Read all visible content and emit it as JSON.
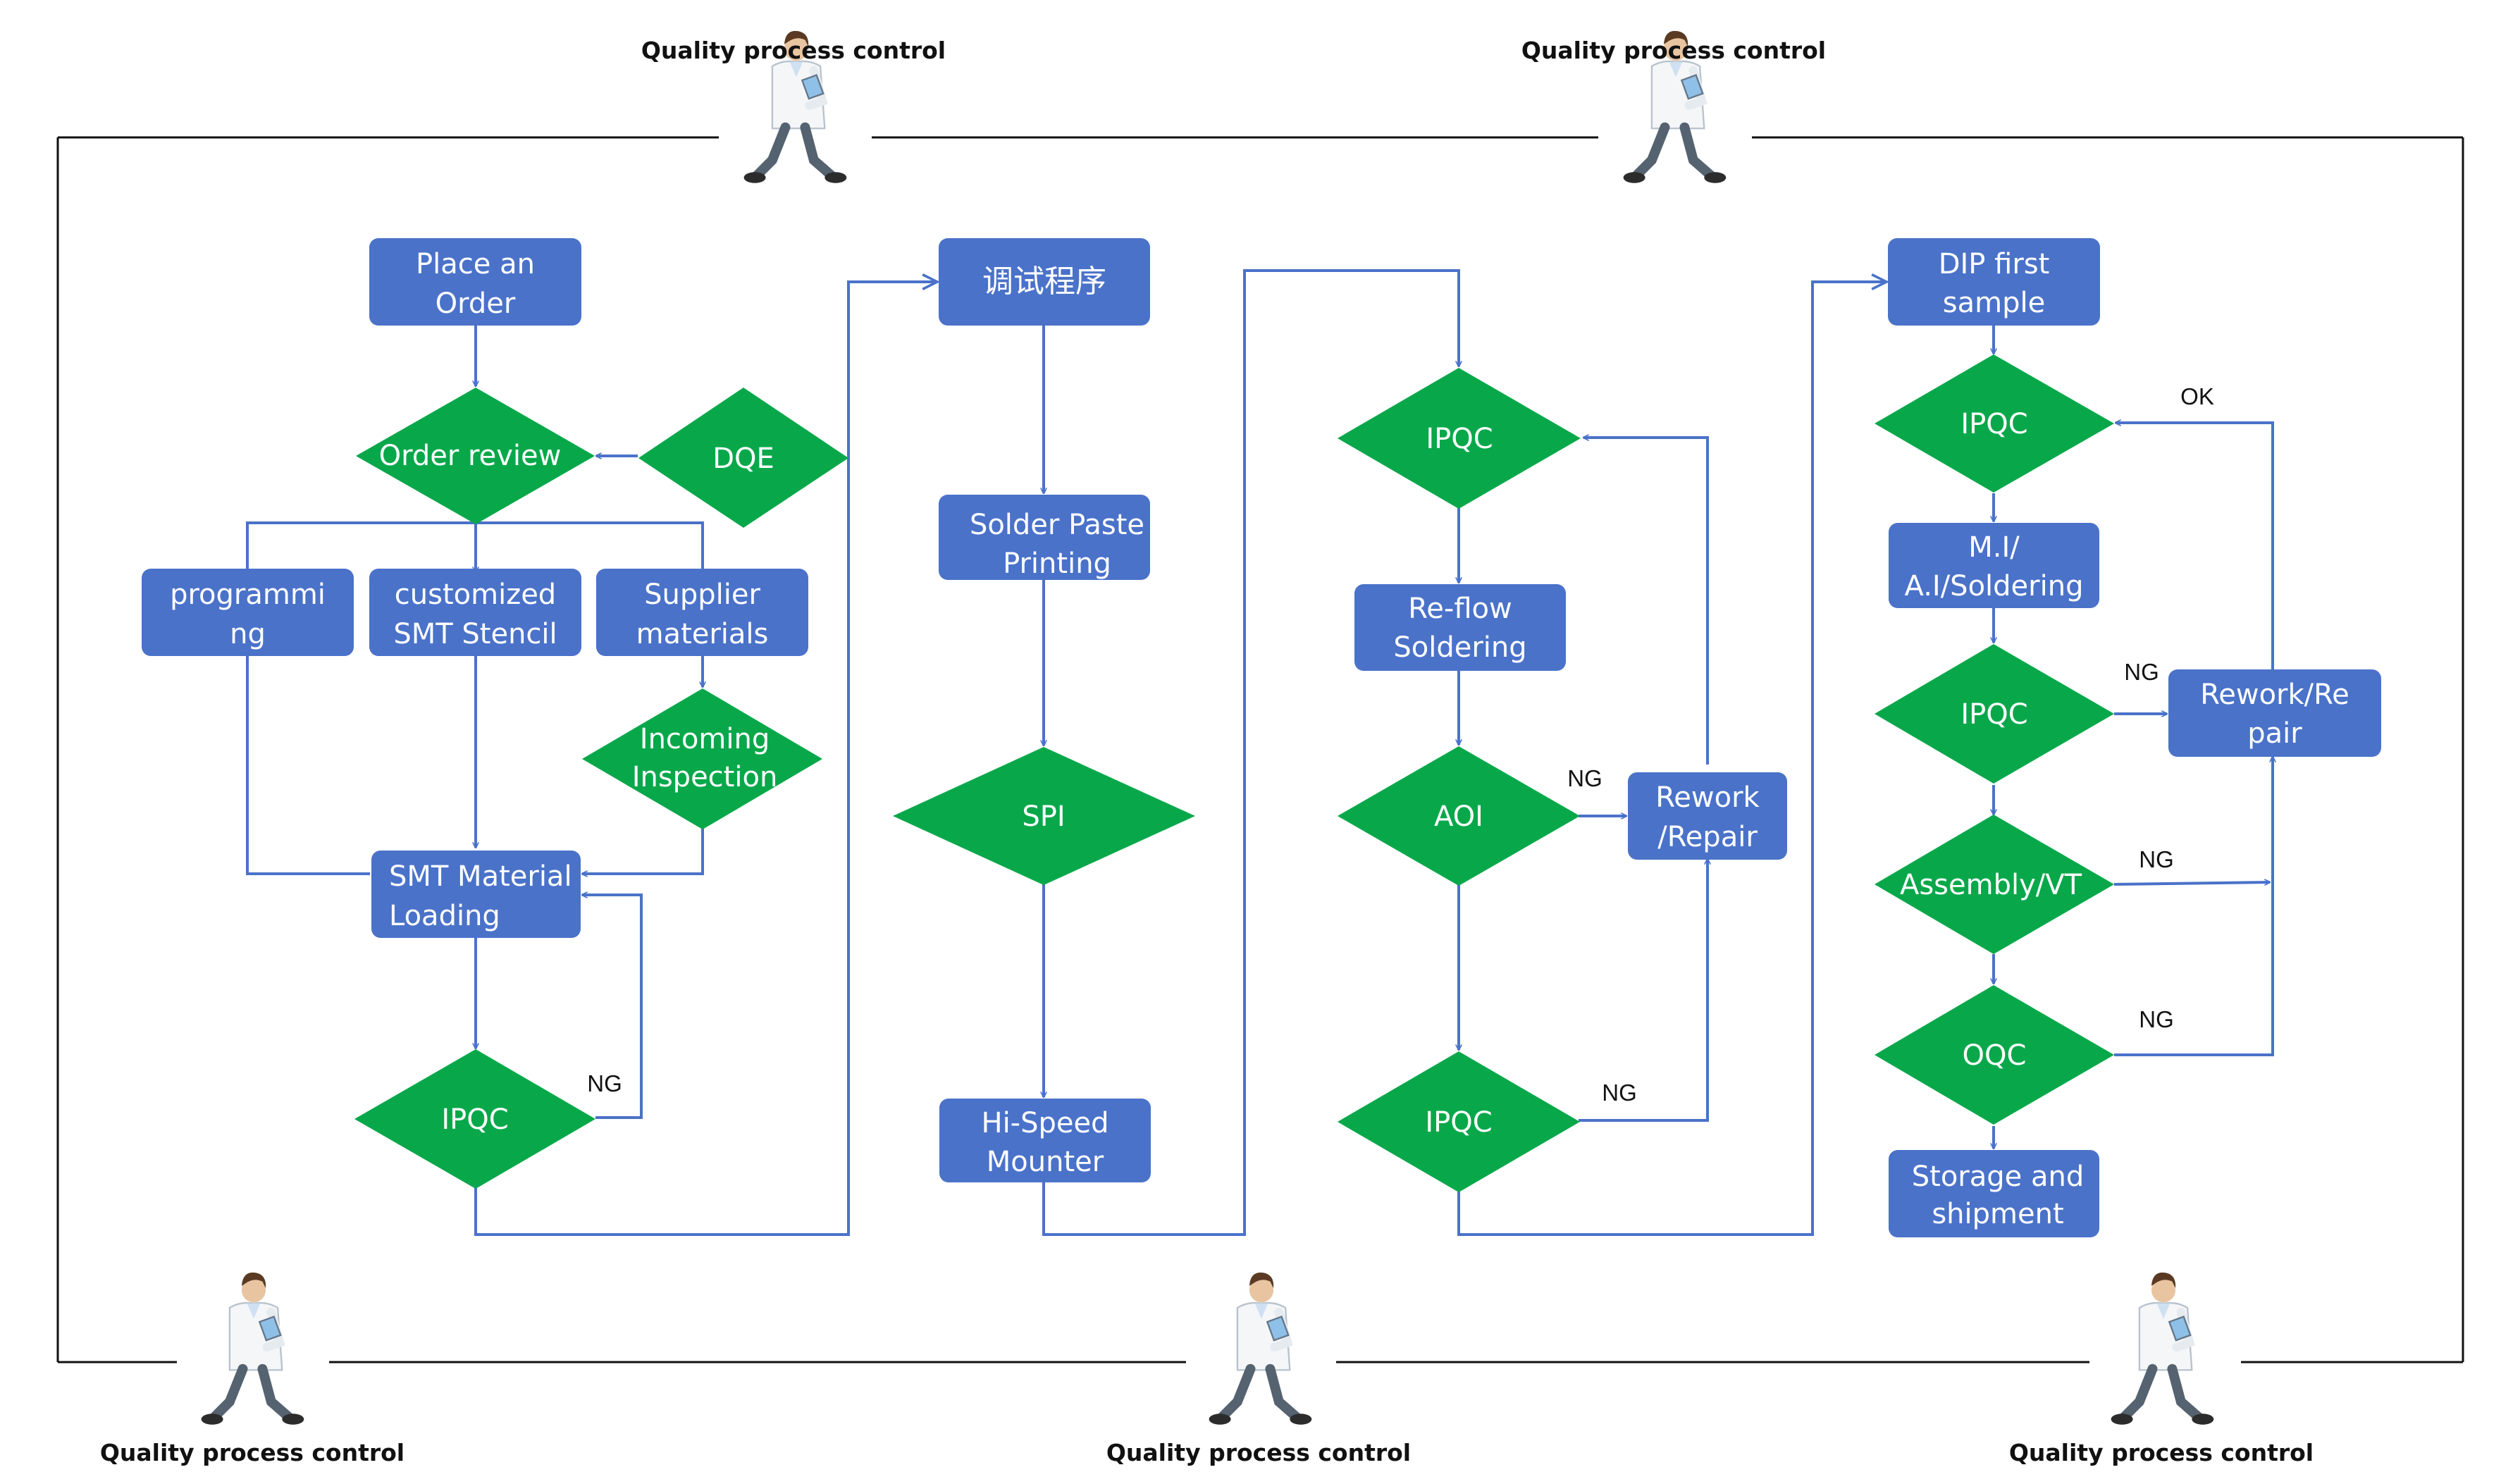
{
  "colors": {
    "process_box": "#4A72C9",
    "decision_diamond": "#08A84A",
    "connector_line": "#4A72C9",
    "frame_line": "#111111",
    "node_text": "#FFFFFF"
  },
  "inspector": {
    "icon": "inspector-with-clipboard-icon",
    "label": "Quality process control"
  },
  "nodes": {
    "place_order": [
      "Place an",
      "Order"
    ],
    "order_review": [
      "Order review"
    ],
    "dqe": [
      "DQE"
    ],
    "programming": [
      "programmi",
      "ng"
    ],
    "smt_stencil": [
      "customized",
      "SMT Stencil"
    ],
    "supplier_materials": [
      "Supplier",
      "materials"
    ],
    "incoming_inspection": [
      "Incoming",
      "Inspection"
    ],
    "smt_material_loading": [
      "SMT Material",
      "Loading"
    ],
    "ipqc_1": [
      "IPQC"
    ],
    "debug_program": [
      "调试程序"
    ],
    "solder_paste_printing": [
      "Solder Paste",
      "Printing"
    ],
    "spi": [
      "SPI"
    ],
    "hi_speed_mounter": [
      "Hi-Speed",
      "Mounter"
    ],
    "ipqc_2": [
      "IPQC"
    ],
    "reflow_soldering": [
      "Re-flow",
      "Soldering"
    ],
    "aoi": [
      "AOI"
    ],
    "rework_repair_1": [
      "Rework",
      "/Repair"
    ],
    "ipqc_3": [
      "IPQC"
    ],
    "dip_first_sample": [
      "DIP first",
      "sample"
    ],
    "ipqc_4": [
      "IPQC"
    ],
    "mi_ai_soldering": [
      "M.I/",
      "A.I/Soldering"
    ],
    "ipqc_5": [
      "IPQC"
    ],
    "rework_repair_2": [
      "Rework/Re",
      "pair"
    ],
    "assembly_vt": [
      "Assembly/VT"
    ],
    "oqc": [
      "OQC"
    ],
    "storage_shipment": [
      "Storage and",
      "shipment"
    ]
  },
  "edge_labels": {
    "ng": "NG",
    "ok": "OK"
  }
}
